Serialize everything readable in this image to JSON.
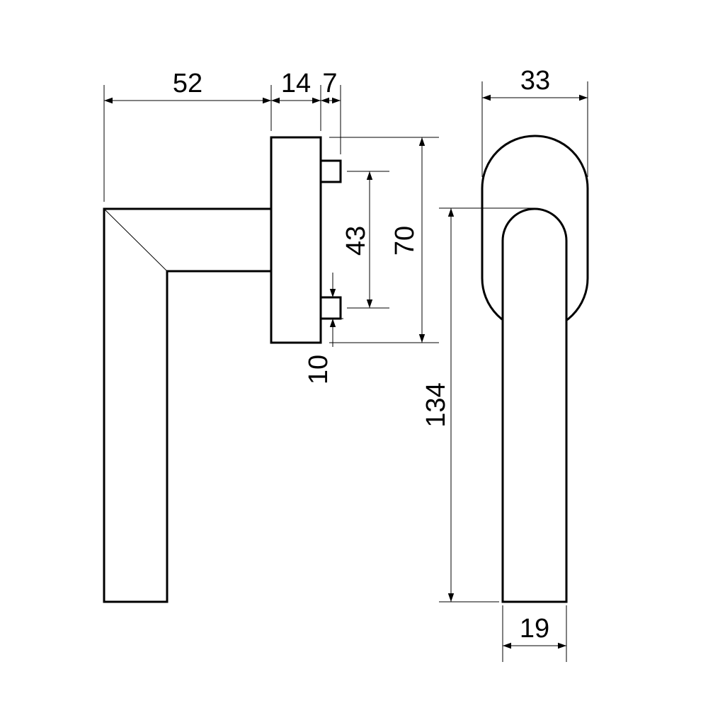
{
  "drawing": {
    "subject": "window handle dimension drawing",
    "dimensions": {
      "handle_projection": "52",
      "rose_depth": "14",
      "spindle_gap": "7",
      "rose_width": "33",
      "pin_spacing": "43",
      "rose_height": "70",
      "pin_size": "10",
      "lever_length": "134",
      "lever_width": "19"
    },
    "line_color": "#000000",
    "background_color": "#ffffff"
  }
}
